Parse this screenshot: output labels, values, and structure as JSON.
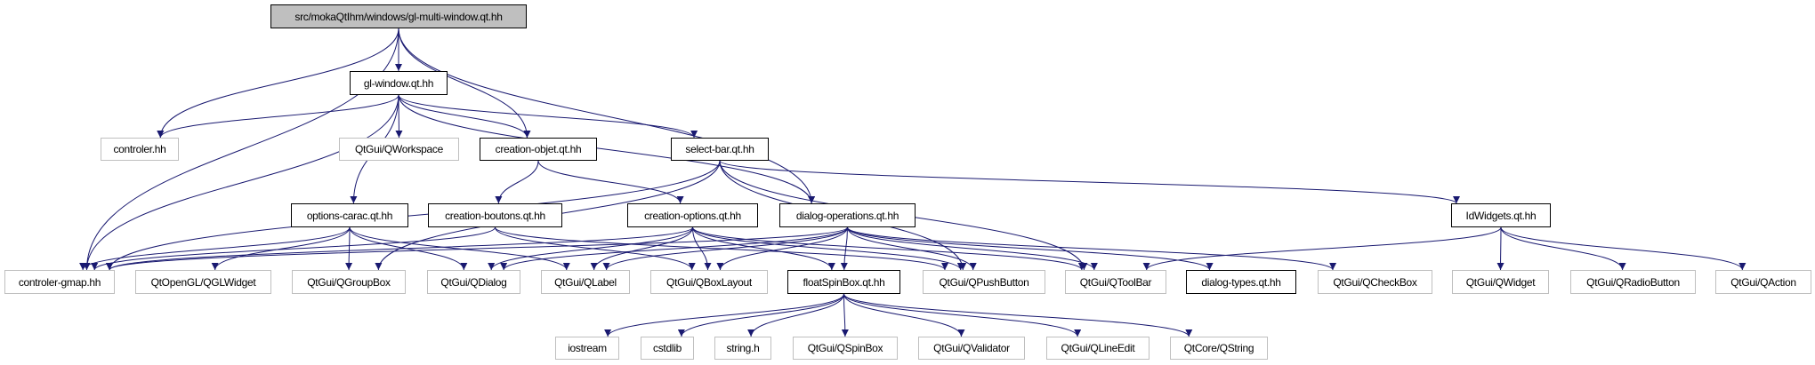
{
  "graph": {
    "edge_color": "#191970",
    "nodes": [
      {
        "id": "root",
        "label": "src/mokaQtIhm/windows/gl-multi-window.qt.hh",
        "kind": "root"
      },
      {
        "id": "glwindow",
        "label": "gl-window.qt.hh",
        "kind": "doc"
      },
      {
        "id": "controler",
        "label": "controler.hh",
        "kind": "ext"
      },
      {
        "id": "qworkspace",
        "label": "QtGui/QWorkspace",
        "kind": "ext"
      },
      {
        "id": "creationobjet",
        "label": "creation-objet.qt.hh",
        "kind": "doc"
      },
      {
        "id": "selectbar",
        "label": "select-bar.qt.hh",
        "kind": "doc"
      },
      {
        "id": "optionscarac",
        "label": "options-carac.qt.hh",
        "kind": "doc"
      },
      {
        "id": "creationboutons",
        "label": "creation-boutons.qt.hh",
        "kind": "doc"
      },
      {
        "id": "creationoptions",
        "label": "creation-options.qt.hh",
        "kind": "doc"
      },
      {
        "id": "dialogoperations",
        "label": "dialog-operations.qt.hh",
        "kind": "doc"
      },
      {
        "id": "idwidgets",
        "label": "IdWidgets.qt.hh",
        "kind": "doc"
      },
      {
        "id": "controlergmap",
        "label": "controler-gmap.hh",
        "kind": "ext"
      },
      {
        "id": "qglwidget",
        "label": "QtOpenGL/QGLWidget",
        "kind": "ext"
      },
      {
        "id": "qgroupbox",
        "label": "QtGui/QGroupBox",
        "kind": "ext"
      },
      {
        "id": "qdialog",
        "label": "QtGui/QDialog",
        "kind": "ext"
      },
      {
        "id": "qlabel",
        "label": "QtGui/QLabel",
        "kind": "ext"
      },
      {
        "id": "qboxlayout",
        "label": "QtGui/QBoxLayout",
        "kind": "ext"
      },
      {
        "id": "floatspinbox",
        "label": "floatSpinBox.qt.hh",
        "kind": "doc"
      },
      {
        "id": "qpushbutton",
        "label": "QtGui/QPushButton",
        "kind": "ext"
      },
      {
        "id": "qtoolbar",
        "label": "QtGui/QToolBar",
        "kind": "ext"
      },
      {
        "id": "dialogtypes",
        "label": "dialog-types.qt.hh",
        "kind": "doc"
      },
      {
        "id": "qcheckbox",
        "label": "QtGui/QCheckBox",
        "kind": "ext"
      },
      {
        "id": "qwidget",
        "label": "QtGui/QWidget",
        "kind": "ext"
      },
      {
        "id": "qradiobutton",
        "label": "QtGui/QRadioButton",
        "kind": "ext"
      },
      {
        "id": "qaction",
        "label": "QtGui/QAction",
        "kind": "ext"
      },
      {
        "id": "iostream",
        "label": "iostream",
        "kind": "ext"
      },
      {
        "id": "cstdlib",
        "label": "cstdlib",
        "kind": "ext"
      },
      {
        "id": "stringh",
        "label": "string.h",
        "kind": "ext"
      },
      {
        "id": "qspinbox",
        "label": "QtGui/QSpinBox",
        "kind": "ext"
      },
      {
        "id": "qvalidator",
        "label": "QtGui/QValidator",
        "kind": "ext"
      },
      {
        "id": "qlineedit",
        "label": "QtGui/QLineEdit",
        "kind": "ext"
      },
      {
        "id": "qstring",
        "label": "QtCore/QString",
        "kind": "ext"
      }
    ],
    "edges": [
      [
        "root",
        "controlergmap"
      ],
      [
        "root",
        "controler"
      ],
      [
        "root",
        "glwindow"
      ],
      [
        "root",
        "creationobjet"
      ],
      [
        "root",
        "dialogoperations"
      ],
      [
        "glwindow",
        "controler"
      ],
      [
        "glwindow",
        "qworkspace"
      ],
      [
        "glwindow",
        "creationobjet"
      ],
      [
        "glwindow",
        "controlergmap"
      ],
      [
        "glwindow",
        "optionscarac"
      ],
      [
        "glwindow",
        "selectbar"
      ],
      [
        "glwindow",
        "dialogoperations"
      ],
      [
        "creationobjet",
        "creationboutons"
      ],
      [
        "creationobjet",
        "creationoptions"
      ],
      [
        "selectbar",
        "controlergmap"
      ],
      [
        "selectbar",
        "qgroupbox"
      ],
      [
        "selectbar",
        "qpushbutton"
      ],
      [
        "selectbar",
        "qtoolbar"
      ],
      [
        "selectbar",
        "idwidgets"
      ],
      [
        "optionscarac",
        "controlergmap"
      ],
      [
        "optionscarac",
        "qglwidget"
      ],
      [
        "optionscarac",
        "qgroupbox"
      ],
      [
        "optionscarac",
        "qdialog"
      ],
      [
        "optionscarac",
        "qlabel"
      ],
      [
        "creationboutons",
        "controlergmap"
      ],
      [
        "creationboutons",
        "qboxlayout"
      ],
      [
        "creationboutons",
        "qpushbutton"
      ],
      [
        "creationoptions",
        "controlergmap"
      ],
      [
        "creationoptions",
        "qlabel"
      ],
      [
        "creationoptions",
        "qdialog"
      ],
      [
        "creationoptions",
        "floatspinbox"
      ],
      [
        "creationoptions",
        "qpushbutton"
      ],
      [
        "creationoptions",
        "qtoolbar"
      ],
      [
        "creationoptions",
        "qboxlayout"
      ],
      [
        "dialogoperations",
        "controlergmap"
      ],
      [
        "dialogoperations",
        "qlabel"
      ],
      [
        "dialogoperations",
        "qboxlayout"
      ],
      [
        "dialogoperations",
        "floatspinbox"
      ],
      [
        "dialogoperations",
        "qpushbutton"
      ],
      [
        "dialogoperations",
        "qtoolbar"
      ],
      [
        "dialogoperations",
        "dialogtypes"
      ],
      [
        "dialogoperations",
        "qcheckbox"
      ],
      [
        "dialogoperations",
        "qdialog"
      ],
      [
        "idwidgets",
        "qtoolbar"
      ],
      [
        "idwidgets",
        "qwidget"
      ],
      [
        "idwidgets",
        "qradiobutton"
      ],
      [
        "idwidgets",
        "qaction"
      ],
      [
        "floatspinbox",
        "iostream"
      ],
      [
        "floatspinbox",
        "cstdlib"
      ],
      [
        "floatspinbox",
        "stringh"
      ],
      [
        "floatspinbox",
        "qspinbox"
      ],
      [
        "floatspinbox",
        "qvalidator"
      ],
      [
        "floatspinbox",
        "qlineedit"
      ],
      [
        "floatspinbox",
        "qstring"
      ]
    ]
  }
}
